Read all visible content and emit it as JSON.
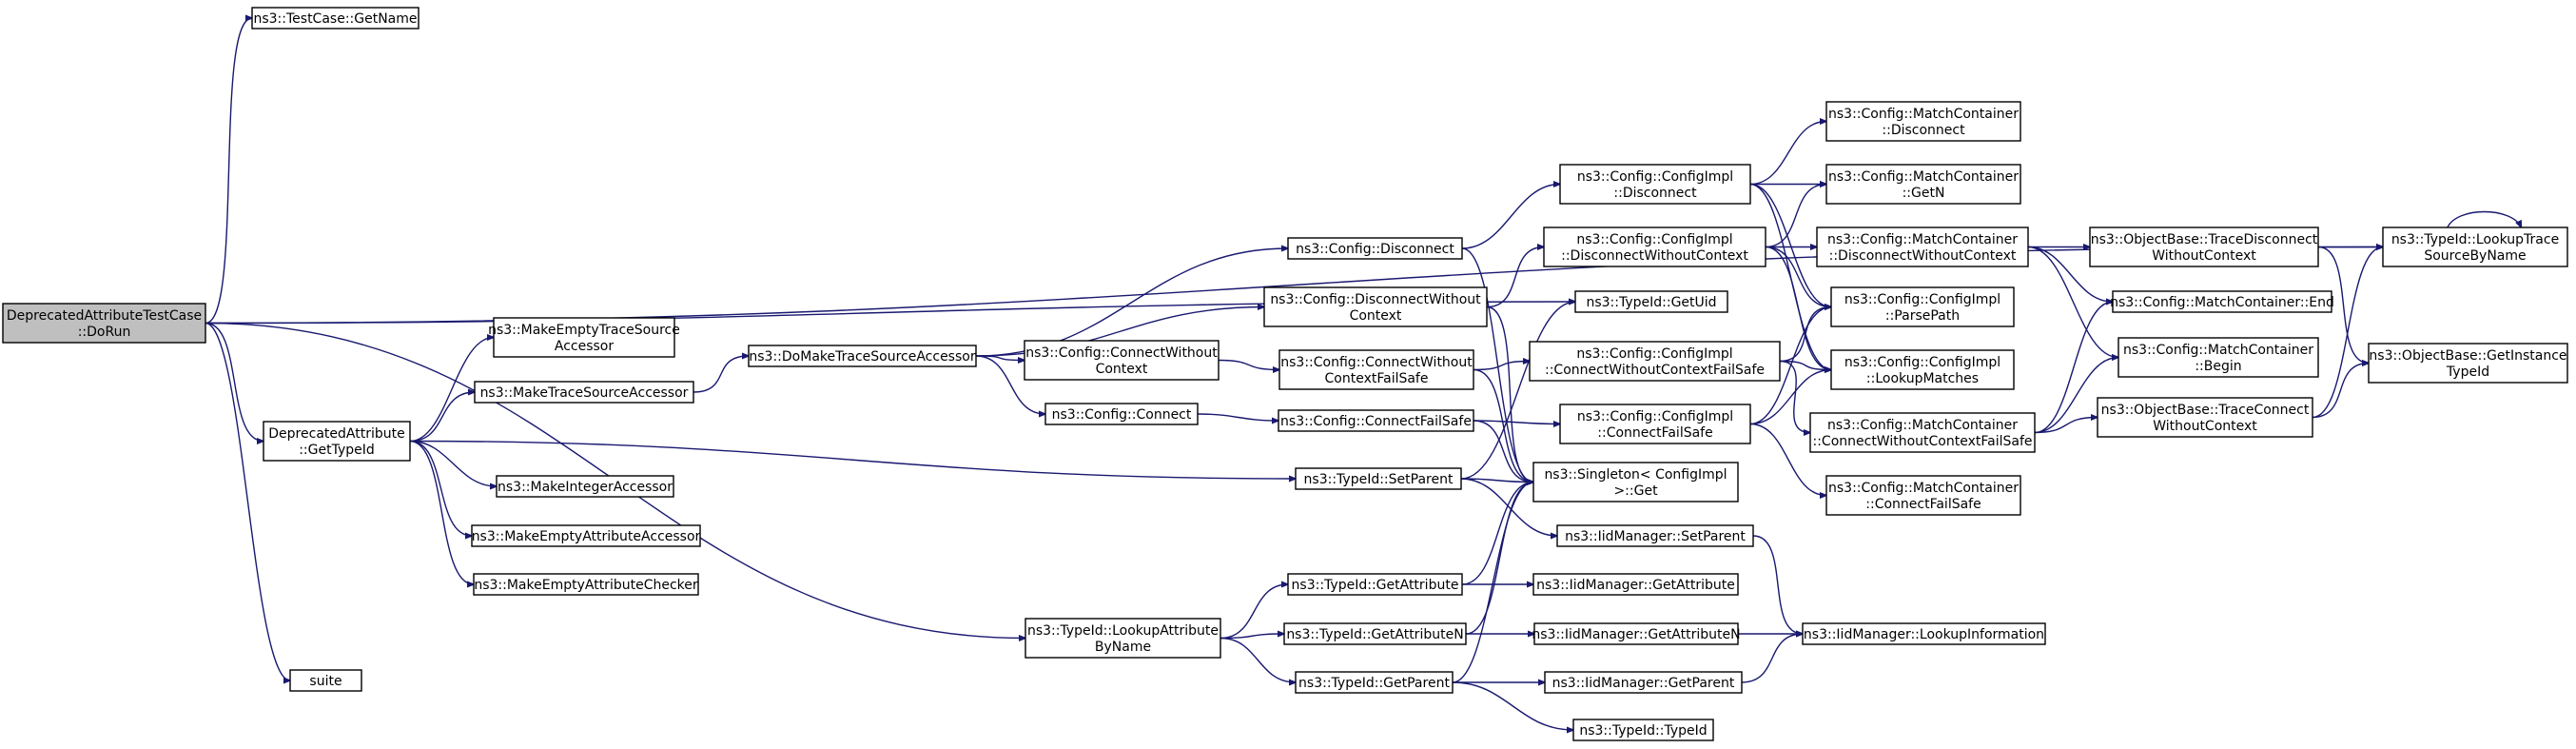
{
  "nodes": [
    {
      "id": "root",
      "lines": [
        "DeprecatedAttributeTestCase",
        "::DoRun"
      ],
      "root": true
    },
    {
      "id": "getname",
      "lines": [
        "ns3::TestCase::GetName"
      ]
    },
    {
      "id": "suite",
      "lines": [
        "suite"
      ]
    },
    {
      "id": "gettypeid",
      "lines": [
        "DeprecatedAttribute",
        "::GetTypeId"
      ]
    },
    {
      "id": "mkemptytrace",
      "lines": [
        "ns3::MakeEmptyTraceSource",
        "Accessor"
      ]
    },
    {
      "id": "mktrace",
      "lines": [
        "ns3::MakeTraceSourceAccessor"
      ]
    },
    {
      "id": "mkint",
      "lines": [
        "ns3::MakeIntegerAccessor"
      ]
    },
    {
      "id": "mkemptyattracc",
      "lines": [
        "ns3::MakeEmptyAttributeAccessor"
      ]
    },
    {
      "id": "mkemptyattrchk",
      "lines": [
        "ns3::MakeEmptyAttributeChecker"
      ]
    },
    {
      "id": "domaketrace",
      "lines": [
        "ns3::DoMakeTraceSourceAccessor"
      ]
    },
    {
      "id": "disconnect",
      "lines": [
        "ns3::Config::Disconnect"
      ]
    },
    {
      "id": "disconnectwoc",
      "lines": [
        "ns3::Config::DisconnectWithout",
        "Context"
      ]
    },
    {
      "id": "connectwoc",
      "lines": [
        "ns3::Config::ConnectWithout",
        "Context"
      ]
    },
    {
      "id": "connect",
      "lines": [
        "ns3::Config::Connect"
      ]
    },
    {
      "id": "connectwocfs",
      "lines": [
        "ns3::Config::ConnectWithout",
        "ContextFailSafe"
      ]
    },
    {
      "id": "connectfs",
      "lines": [
        "ns3::Config::ConnectFailSafe"
      ]
    },
    {
      "id": "setparent",
      "lines": [
        "ns3::TypeId::SetParent"
      ]
    },
    {
      "id": "lookupattr",
      "lines": [
        "ns3::TypeId::LookupAttribute",
        "ByName"
      ]
    },
    {
      "id": "getattribute",
      "lines": [
        "ns3::TypeId::GetAttribute"
      ]
    },
    {
      "id": "getattributen",
      "lines": [
        "ns3::TypeId::GetAttributeN"
      ]
    },
    {
      "id": "getparent",
      "lines": [
        "ns3::TypeId::GetParent"
      ]
    },
    {
      "id": "implDisconnect",
      "lines": [
        "ns3::Config::ConfigImpl",
        "::Disconnect"
      ]
    },
    {
      "id": "implDisconnectWoc",
      "lines": [
        "ns3::Config::ConfigImpl",
        "::DisconnectWithoutContext"
      ]
    },
    {
      "id": "getuid",
      "lines": [
        "ns3::TypeId::GetUid"
      ]
    },
    {
      "id": "implConnectWocFs",
      "lines": [
        "ns3::Config::ConfigImpl",
        "::ConnectWithoutContextFailSafe"
      ]
    },
    {
      "id": "implConnectFs",
      "lines": [
        "ns3::Config::ConfigImpl",
        "::ConnectFailSafe"
      ]
    },
    {
      "id": "singleton",
      "lines": [
        "ns3::Singleton< ConfigImpl",
        " >::Get"
      ]
    },
    {
      "id": "iidSetParent",
      "lines": [
        "ns3::IidManager::SetParent"
      ]
    },
    {
      "id": "iidGetAttribute",
      "lines": [
        "ns3::IidManager::GetAttribute"
      ]
    },
    {
      "id": "iidGetAttributeN",
      "lines": [
        "ns3::IidManager::GetAttributeN"
      ]
    },
    {
      "id": "iidGetParent",
      "lines": [
        "ns3::IidManager::GetParent"
      ]
    },
    {
      "id": "typeidTypeid",
      "lines": [
        "ns3::TypeId::TypeId"
      ]
    },
    {
      "id": "mcDisconnect",
      "lines": [
        "ns3::Config::MatchContainer",
        "::Disconnect"
      ]
    },
    {
      "id": "mcGetN",
      "lines": [
        "ns3::Config::MatchContainer",
        "::GetN"
      ]
    },
    {
      "id": "mcDisconnectWoc",
      "lines": [
        "ns3::Config::MatchContainer",
        "::DisconnectWithoutContext"
      ]
    },
    {
      "id": "parsePath",
      "lines": [
        "ns3::Config::ConfigImpl",
        "::ParsePath"
      ]
    },
    {
      "id": "lookupMatches",
      "lines": [
        "ns3::Config::ConfigImpl",
        "::LookupMatches"
      ]
    },
    {
      "id": "mcConnectWocFs",
      "lines": [
        "ns3::Config::MatchContainer",
        "::ConnectWithoutContextFailSafe"
      ]
    },
    {
      "id": "mcConnectFs",
      "lines": [
        "ns3::Config::MatchContainer",
        "::ConnectFailSafe"
      ]
    },
    {
      "id": "iidLookupInfo",
      "lines": [
        "ns3::IidManager::LookupInformation"
      ]
    },
    {
      "id": "obTraceDisconnect",
      "lines": [
        "ns3::ObjectBase::TraceDisconnect",
        "WithoutContext"
      ]
    },
    {
      "id": "mcEnd",
      "lines": [
        "ns3::Config::MatchContainer::End"
      ]
    },
    {
      "id": "mcBegin",
      "lines": [
        "ns3::Config::MatchContainer",
        "::Begin"
      ]
    },
    {
      "id": "obTraceConnect",
      "lines": [
        "ns3::ObjectBase::TraceConnect",
        "WithoutContext"
      ]
    },
    {
      "id": "lookupTrace",
      "lines": [
        "ns3::TypeId::LookupTrace",
        "SourceByName"
      ]
    },
    {
      "id": "obGetInstance",
      "lines": [
        "ns3::ObjectBase::GetInstance",
        "TypeId"
      ]
    }
  ],
  "edges": [
    [
      "root",
      "getname"
    ],
    [
      "root",
      "lookupTrace"
    ],
    [
      "root",
      "getuid"
    ],
    [
      "root",
      "gettypeid"
    ],
    [
      "root",
      "lookupattr"
    ],
    [
      "root",
      "suite"
    ],
    [
      "gettypeid",
      "mkemptytrace"
    ],
    [
      "gettypeid",
      "mktrace"
    ],
    [
      "gettypeid",
      "setparent"
    ],
    [
      "gettypeid",
      "mkint"
    ],
    [
      "gettypeid",
      "mkemptyattracc"
    ],
    [
      "gettypeid",
      "mkemptyattrchk"
    ],
    [
      "mktrace",
      "domaketrace"
    ],
    [
      "domaketrace",
      "disconnect"
    ],
    [
      "domaketrace",
      "disconnectwoc"
    ],
    [
      "domaketrace",
      "connectwoc"
    ],
    [
      "domaketrace",
      "connect"
    ],
    [
      "disconnect",
      "implDisconnect"
    ],
    [
      "disconnect",
      "singleton"
    ],
    [
      "disconnectwoc",
      "implDisconnectWoc"
    ],
    [
      "disconnectwoc",
      "singleton"
    ],
    [
      "connectwoc",
      "connectwocfs"
    ],
    [
      "connect",
      "connectfs"
    ],
    [
      "connectwocfs",
      "implConnectWocFs"
    ],
    [
      "connectwocfs",
      "singleton"
    ],
    [
      "connectfs",
      "implConnectFs"
    ],
    [
      "connectfs",
      "singleton"
    ],
    [
      "setparent",
      "getuid"
    ],
    [
      "setparent",
      "singleton"
    ],
    [
      "setparent",
      "iidSetParent"
    ],
    [
      "lookupattr",
      "getattribute"
    ],
    [
      "lookupattr",
      "getattributen"
    ],
    [
      "lookupattr",
      "getparent"
    ],
    [
      "getattribute",
      "singleton"
    ],
    [
      "getattribute",
      "iidGetAttribute"
    ],
    [
      "getattributen",
      "singleton"
    ],
    [
      "getattributen",
      "iidGetAttributeN"
    ],
    [
      "getparent",
      "singleton"
    ],
    [
      "getparent",
      "iidGetParent"
    ],
    [
      "getparent",
      "typeidTypeid"
    ],
    [
      "implDisconnect",
      "mcDisconnect"
    ],
    [
      "implDisconnect",
      "mcGetN"
    ],
    [
      "implDisconnect",
      "parsePath"
    ],
    [
      "implDisconnect",
      "lookupMatches"
    ],
    [
      "implDisconnectWoc",
      "mcGetN"
    ],
    [
      "implDisconnectWoc",
      "mcDisconnectWoc"
    ],
    [
      "implDisconnectWoc",
      "parsePath"
    ],
    [
      "implDisconnectWoc",
      "lookupMatches"
    ],
    [
      "implConnectWocFs",
      "parsePath"
    ],
    [
      "implConnectWocFs",
      "lookupMatches"
    ],
    [
      "implConnectWocFs",
      "mcConnectWocFs"
    ],
    [
      "implConnectFs",
      "parsePath"
    ],
    [
      "implConnectFs",
      "lookupMatches"
    ],
    [
      "implConnectFs",
      "mcConnectFs"
    ],
    [
      "iidSetParent",
      "iidLookupInfo"
    ],
    [
      "iidGetAttributeN",
      "iidLookupInfo"
    ],
    [
      "iidGetParent",
      "iidLookupInfo"
    ],
    [
      "mcDisconnectWoc",
      "obTraceDisconnect"
    ],
    [
      "mcDisconnectWoc",
      "mcEnd"
    ],
    [
      "mcDisconnectWoc",
      "mcBegin"
    ],
    [
      "mcConnectWocFs",
      "mcEnd"
    ],
    [
      "mcConnectWocFs",
      "mcBegin"
    ],
    [
      "mcConnectWocFs",
      "obTraceConnect"
    ],
    [
      "obTraceDisconnect",
      "lookupTrace"
    ],
    [
      "obTraceDisconnect",
      "obGetInstance"
    ],
    [
      "obTraceConnect",
      "lookupTrace"
    ],
    [
      "obTraceConnect",
      "obGetInstance"
    ],
    [
      "lookupTrace",
      "lookupTrace"
    ]
  ]
}
